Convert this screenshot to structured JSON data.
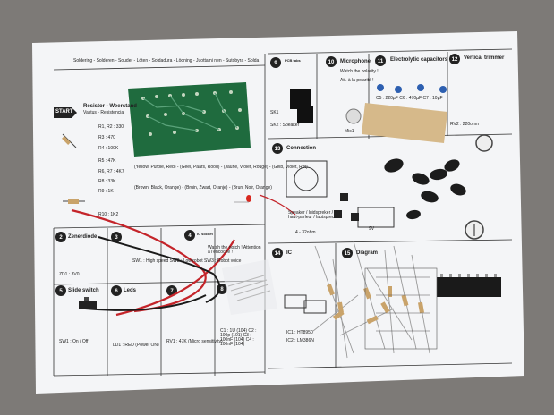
{
  "sheet": {
    "header_languages": "Soldering - Solderen - Souder - Löten - Soldadura - Lödning - Juottami nen - Sutobyra - Solda",
    "start_label": "START",
    "sections": [
      {
        "num": "2",
        "title": "Zenerdiode"
      },
      {
        "num": "3",
        "title": ""
      },
      {
        "num": "4",
        "title": "IC socket"
      },
      {
        "num": "5",
        "title": "Slide switch"
      },
      {
        "num": "6",
        "title": "Leds"
      },
      {
        "num": "7",
        "title": ""
      },
      {
        "num": "8",
        "title": ""
      },
      {
        "num": "9",
        "title": "PCB tabs"
      },
      {
        "num": "10",
        "title": "Microphone"
      },
      {
        "num": "11",
        "title": "Electrolytic capacitors"
      },
      {
        "num": "12",
        "title": "Vertical trimmer"
      },
      {
        "num": "13",
        "title": "Connection"
      },
      {
        "num": "14",
        "title": "IC"
      },
      {
        "num": "15",
        "title": "Diagram"
      }
    ],
    "resistor_list": [
      "R1, R2 : 330",
      "R3 : 470",
      "R4 : 100K",
      "R5 : 47K",
      "R6, R7 : 4K7",
      "R8 : 33K",
      "R9 : 1K",
      "R10 : 1K2"
    ],
    "text": {
      "resistor_heading": "Resistor - Weerstand",
      "resistor_sub": "Vastus - Resistencia",
      "watch_polarity": "Watch the polarity !",
      "att_polarite": "Att. à la polarité !",
      "mic": "Mic1",
      "sk_speaker": "SK2 : Speaker",
      "sk1": "SK1",
      "zd": "ZD1 : 3V0",
      "sw": "SW1 : On / Off",
      "ld": "LD1 : RED (Power ON)",
      "rv1": "RV1 : 47K (Micro sensitivity)",
      "rv2": "RV2 : 220ohm",
      "speaker": "Speaker / luidspreker / haut-parleur / lautsprecher",
      "ohm": "4 - 32ohm",
      "battery": "9V",
      "ic1": "IC1 : HT8950",
      "ic2": "IC2 : LM386N",
      "caps": "C1 : 1U (104)  C2 : 100p (101)  C3 : 100nF (104)  C4 : 100nF (104)",
      "ecaps": "C5 : 220µF  C6 : 470µF  C7 : 10µF",
      "s3_labels": "SW1 : High speed  SW2 : Low robot  SW3 : Robot voice",
      "ic_notch": "Watch the notch ! Attention à l'encoche !",
      "colors_1": "(Yellow, Purple, Red) - (Geel, Paars, Rood) - (Jaune, Violet, Rouge) - (Gelb, Violet, Rot)",
      "colors_2": "(Brown, Black, Orange) - (Bruin, Zwart, Oranje) - (Brun, Noir, Orange)"
    }
  },
  "icons": [
    "pcb-board",
    "resistor-component",
    "electrolytic-capacitor",
    "ceramic-capacitor",
    "trimmer-potentiometer",
    "red-led",
    "wire",
    "slide-switch",
    "ic-chip",
    "ic-socket",
    "battery-clip",
    "speaker-diagram",
    "push-button",
    "pcb-tab"
  ],
  "colors": {
    "background": "#7d7a77",
    "paper": "#f4f5f7",
    "pcb": "#1f6b3e",
    "wire_red": "#c4242a",
    "wire_black": "#1a1a1a",
    "capacitor": "#1c1c1c",
    "led": "#d8281f",
    "trimmer_blue": "#2d5fb0",
    "resistor_body": "#c9a36a"
  }
}
